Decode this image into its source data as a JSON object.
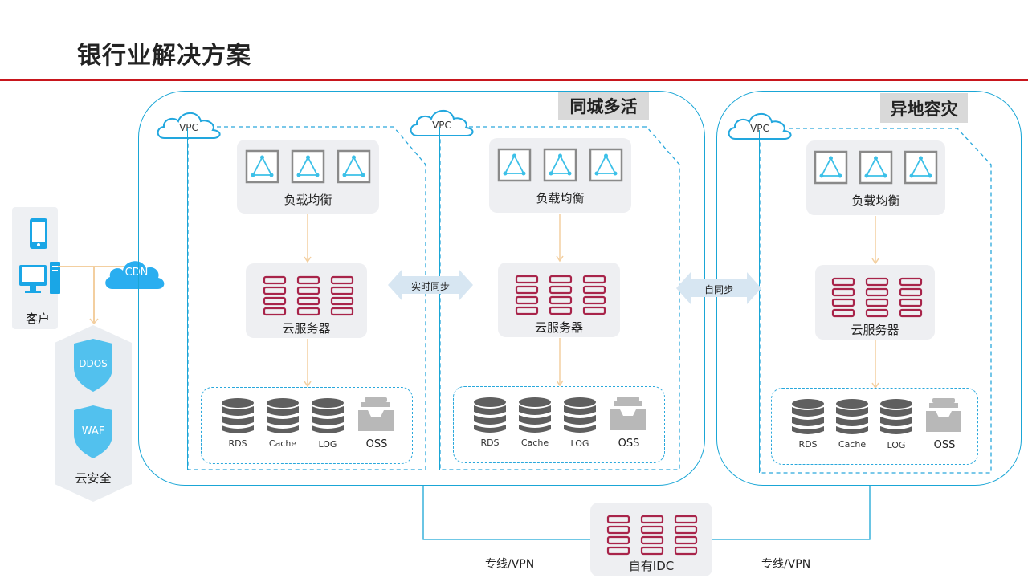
{
  "title": "银行业解决方案",
  "regions": {
    "active_active": "同城多活",
    "disaster_recovery": "异地容灾"
  },
  "vpc_label": "VPC",
  "cdn_label": "CDN",
  "client_label": "客户",
  "security": {
    "label": "云安全",
    "ddos": "DDOS",
    "waf": "WAF"
  },
  "load_balancer_label": "负载均衡",
  "cloud_server_label": "云服务器",
  "storage": {
    "rds": "RDS",
    "cache": "Cache",
    "log": "LOG",
    "oss": "OSS"
  },
  "sync": {
    "realtime": "实时同步",
    "self": "自同步"
  },
  "idc_label": "自有IDC",
  "links": {
    "left": "专线/VPN",
    "right": "专线/VPN"
  },
  "colors": {
    "accent_red": "#c8161d",
    "line_blue": "#1aa6d6",
    "server_red": "#a8244a",
    "shield_blue": "#52c1ee"
  }
}
